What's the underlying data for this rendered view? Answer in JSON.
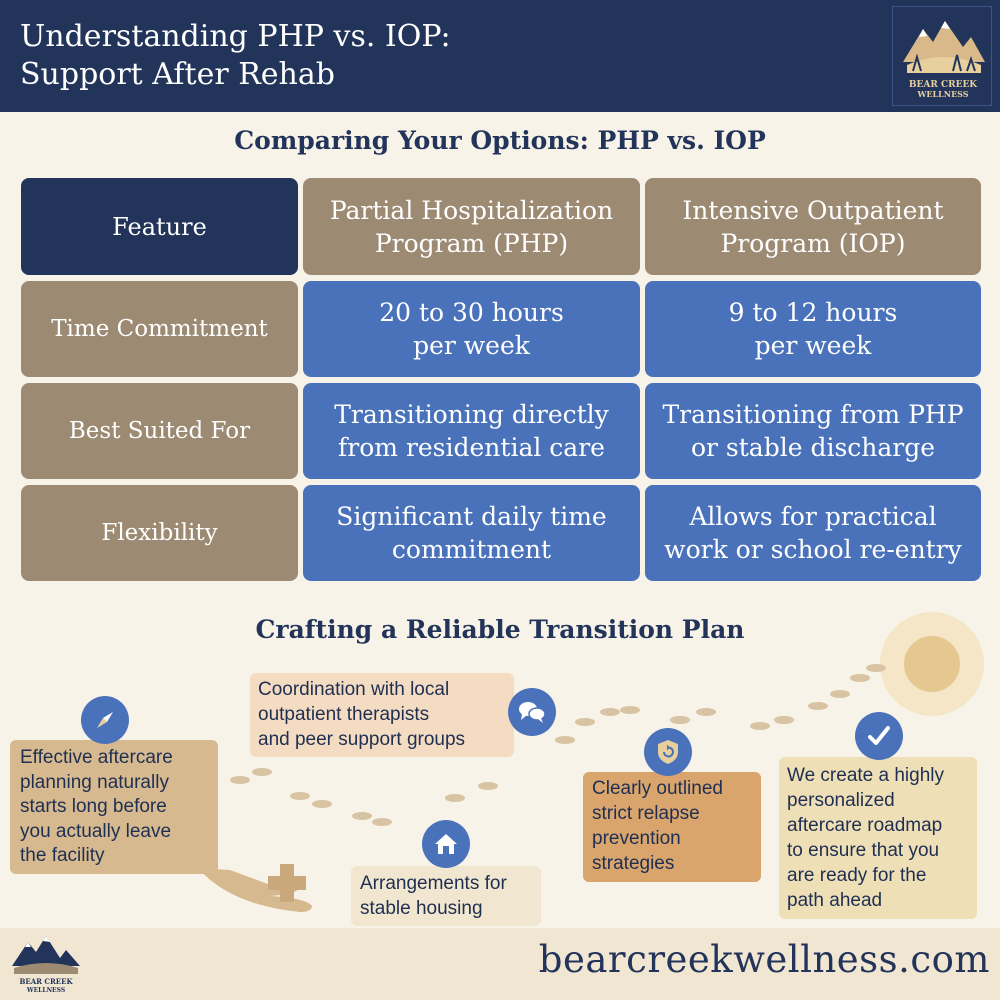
{
  "header": {
    "title_line1": "Understanding PHP vs. IOP:",
    "title_line2": "Support After Rehab",
    "logo_text_line1": "BEAR CREEK",
    "logo_text_line2": "WELLNESS"
  },
  "comparison": {
    "title": "Comparing Your Options: PHP vs. IOP",
    "headers": {
      "feature": "Feature",
      "php_line1": "Partial Hospitalization",
      "php_line2": "Program (PHP)",
      "iop_line1": "Intensive Outpatient",
      "iop_line2": "Program (IOP)"
    },
    "rows": [
      {
        "feature": "Time Commitment",
        "php_line1": "20 to 30 hours",
        "php_line2": "per week",
        "iop_line1": "9 to 12 hours",
        "iop_line2": "per week"
      },
      {
        "feature": "Best Suited For",
        "php_line1": "Transitioning directly",
        "php_line2": "from residential care",
        "iop_line1": "Transitioning from PHP",
        "iop_line2": "or stable discharge"
      },
      {
        "feature": "Flexibility",
        "php_line1": "Significant daily time",
        "php_line2": "commitment",
        "iop_line1": "Allows for practical",
        "iop_line2": "work or school re-entry"
      }
    ]
  },
  "transition": {
    "title": "Crafting a Reliable Transition Plan",
    "notes": {
      "planning": [
        "Effective aftercare",
        "planning naturally",
        "starts long before",
        "you actually leave",
        "the facility"
      ],
      "coordination": [
        "Coordination with local",
        "outpatient therapists",
        "and peer support groups"
      ],
      "housing": [
        "Arrangements for",
        "stable housing"
      ],
      "relapse": [
        "Clearly outlined",
        "strict relapse",
        "prevention",
        "strategies"
      ],
      "roadmap": [
        "We create a highly",
        "personalized",
        "aftercare roadmap",
        "to ensure that you",
        "are ready for the",
        "path ahead"
      ]
    },
    "icons": [
      "compass-icon",
      "chat-bubbles-icon",
      "house-icon",
      "shield-refresh-icon",
      "checkmark-icon",
      "medical-cross-icon",
      "hand-icon",
      "sun-icon",
      "footprints-icon"
    ]
  },
  "footer": {
    "url": "bearcreekwellness.com",
    "logo_text_line1": "BEAR CREEK",
    "logo_text_line2": "WELLNESS"
  },
  "colors": {
    "navy": "#22345a",
    "blue": "#4a72bb",
    "tan": "#9c8a73",
    "cream": "#f8f3e8",
    "gold": "#e8cf9e"
  }
}
